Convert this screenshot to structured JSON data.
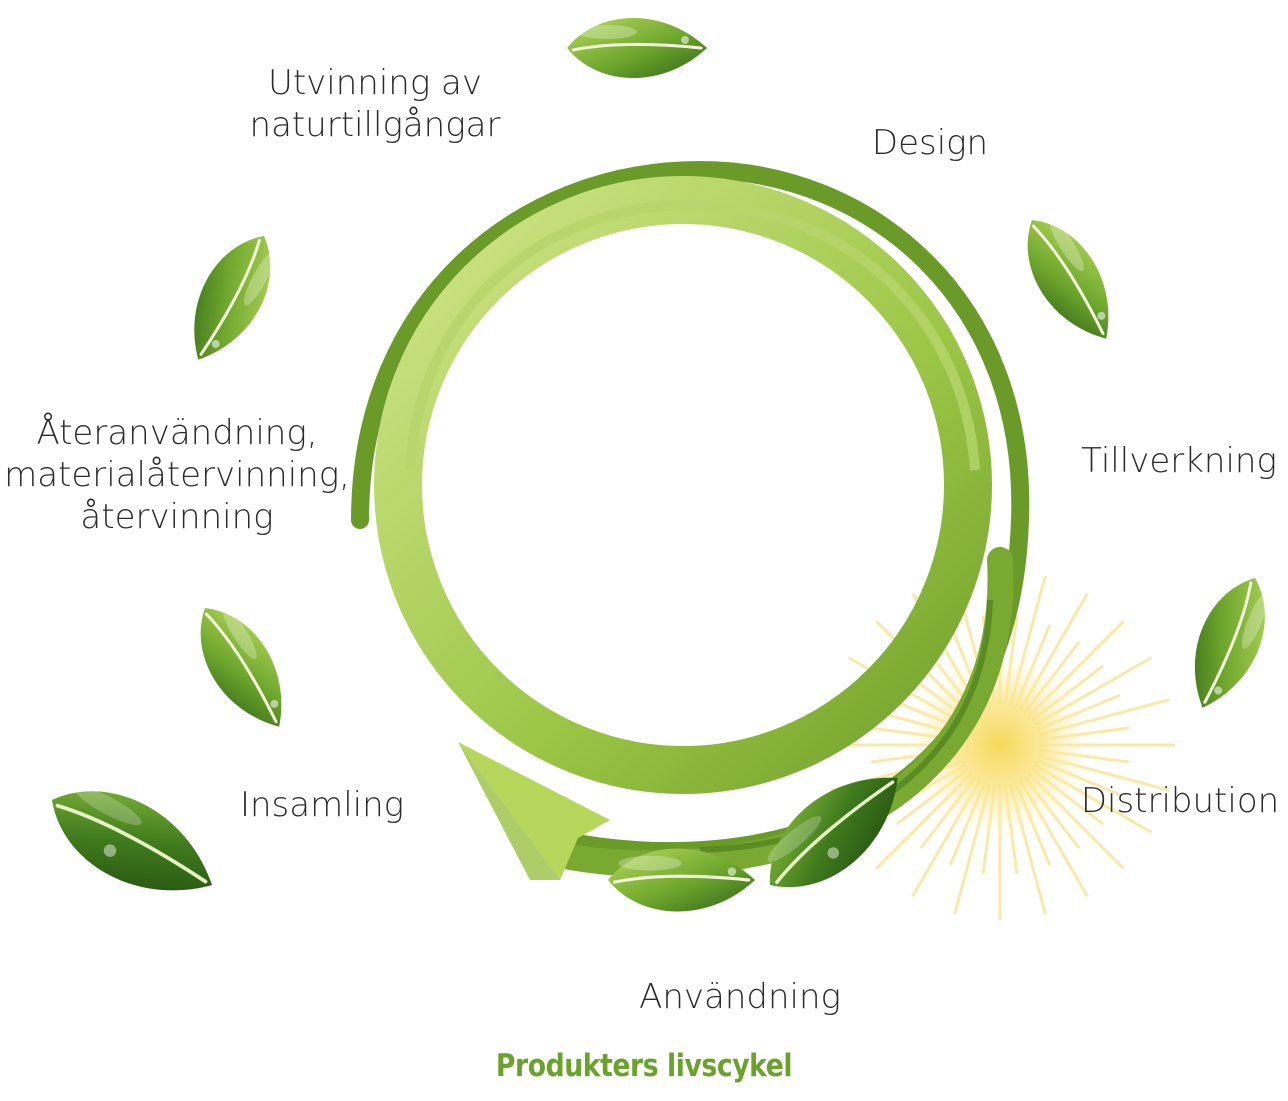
{
  "title": "Produkters livscykel",
  "stages": [
    {
      "id": "extraction",
      "lines": [
        "Utvinning av",
        "naturtillgångar"
      ]
    },
    {
      "id": "design",
      "lines": [
        "Design"
      ]
    },
    {
      "id": "manufacturing",
      "lines": [
        "Tillverkning"
      ]
    },
    {
      "id": "distribution",
      "lines": [
        "Distribution"
      ]
    },
    {
      "id": "use",
      "lines": [
        "Användning"
      ]
    },
    {
      "id": "collection",
      "lines": [
        "Insamling"
      ]
    },
    {
      "id": "reuse",
      "lines": [
        "Återanvändning,",
        "materialåtervinning,",
        "återvinning"
      ]
    }
  ],
  "colors": {
    "ring_light": "#c5dd7a",
    "ring_mid": "#8fbc3c",
    "ring_dark": "#5f8f23",
    "leaf_dark": "#3f7a1d",
    "leaf_light": "#a9d24a",
    "sun": "#fbe58a",
    "title": "#6aa22c",
    "label": "#2b2b2b"
  },
  "icons": [
    "leaf-icon",
    "sun-icon",
    "cycle-arrow-icon"
  ]
}
